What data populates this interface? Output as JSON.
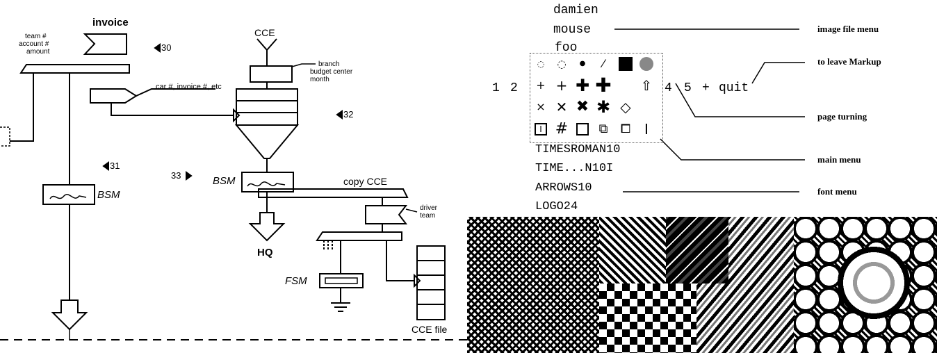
{
  "diagram": {
    "labels": {
      "invoice": "invoice",
      "team": "team #",
      "account": "account #",
      "amount": "amount",
      "ref30": "30",
      "cce": "CCE",
      "branch": "branch",
      "budget_center": "budget center",
      "month": "month",
      "car_invoice": "car #, invoice #, etc",
      "ref32": "32",
      "ref31": "31",
      "ref33": "33",
      "bsm_mid": "BSM",
      "bsm_left": "BSM",
      "copy_cce": "copy CCE",
      "driver": "driver",
      "team2": "team",
      "hq": "HQ",
      "fsm": "FSM",
      "cce_file": "CCE file"
    }
  },
  "markup": {
    "file_menu": [
      "damien",
      "mouse",
      "foo"
    ],
    "pages_left": [
      "1",
      "2"
    ],
    "pages_right": [
      "4",
      "5",
      "+",
      "quit"
    ],
    "font_menu": [
      "TIMESROMAN10",
      "TIME...N10I",
      "ARROWS10",
      "LOGO24"
    ],
    "annotations": {
      "image_file_menu": "image file menu",
      "leave_markup": "to leave Markup",
      "page_turning": "page turning",
      "main_menu": "main menu",
      "font_menu": "font menu"
    },
    "tool_icons": [
      "dotted-circle-small-brush-icon",
      "dotted-circle-medium-brush-icon",
      "dot-brush-icon",
      "line-brush-icon",
      "filled-square-icon",
      "gray-circle-icon",
      "thin-plus-brush-icon",
      "plus-brush-icon",
      "bold-plus-brush-icon",
      "heavy-plus-brush-icon",
      "empty-slot-icon",
      "upload-icon",
      "thin-x-brush-icon",
      "x-brush-icon",
      "bold-x-brush-icon",
      "heavy-x-brush-icon",
      "dotted-diamond-icon",
      "empty-slot-icon",
      "boxed-i-icon",
      "grid-icon",
      "square-outline-icon",
      "overlap-squares-icon",
      "linked-squares-icon",
      "text-cursor-icon"
    ]
  }
}
